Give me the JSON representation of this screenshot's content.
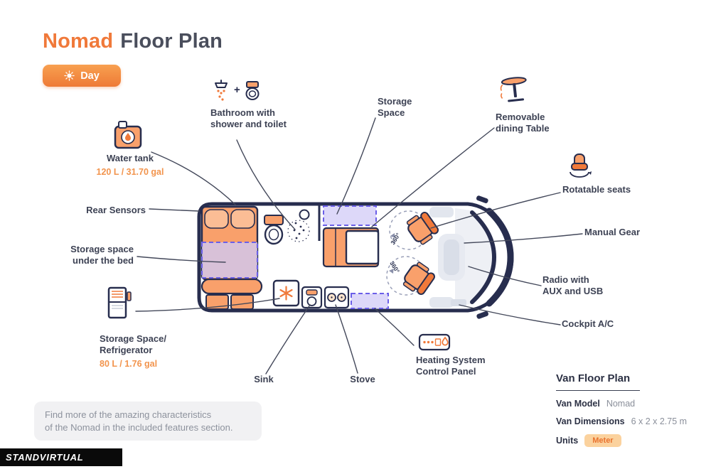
{
  "header": {
    "title_accent": "Nomad",
    "title_rest": "Floor Plan",
    "mode": {
      "label": "Day"
    }
  },
  "callouts": {
    "bathroom": {
      "plus": "+",
      "lines": [
        "Bathroom with",
        "shower and toilet"
      ]
    },
    "storage_space": {
      "lines": [
        "Storage",
        "Space"
      ]
    },
    "dining_table": {
      "lines": [
        "Removable",
        "dining Table"
      ]
    },
    "water_tank": {
      "title": "Water tank",
      "detail": "120 L / 31.70 gal"
    },
    "rear_sensors": {
      "title": "Rear Sensors"
    },
    "storage_under_bed": {
      "lines": [
        "Storage space",
        "under the bed"
      ]
    },
    "refrigerator": {
      "lines": [
        "Storage Space/",
        "Refrigerator"
      ],
      "detail": "80 L / 1.76 gal"
    },
    "sink": {
      "title": "Sink"
    },
    "stove": {
      "title": "Stove"
    },
    "heating": {
      "lines": [
        "Heating System",
        "Control Panel"
      ]
    },
    "rotatable_seats": {
      "title": "Rotatable seats"
    },
    "manual_gear": {
      "title": "Manual Gear"
    },
    "radio": {
      "lines": [
        "Radio with",
        "AUX and USB"
      ]
    },
    "cockpit_ac": {
      "title": "Cockpit A/C"
    }
  },
  "diagram": {
    "rotation_label": "360°"
  },
  "note": {
    "lines": [
      "Find more of the amazing characteristics",
      "of the Nomad in the included features section."
    ]
  },
  "specs": {
    "heading": "Van Floor Plan",
    "rows": [
      {
        "label": "Van Model",
        "value": "Nomad"
      },
      {
        "label": "Van Dimensions",
        "value": "6 x 2 x 2.75 m"
      },
      {
        "label": "Units",
        "value": "Meter"
      }
    ]
  },
  "watermark": "STANDVIRTUAL",
  "colors": {
    "accent": "#f0793a",
    "navy": "#272d4e",
    "purple": "#6b5fe8",
    "lavender": "#d7d1f8"
  }
}
